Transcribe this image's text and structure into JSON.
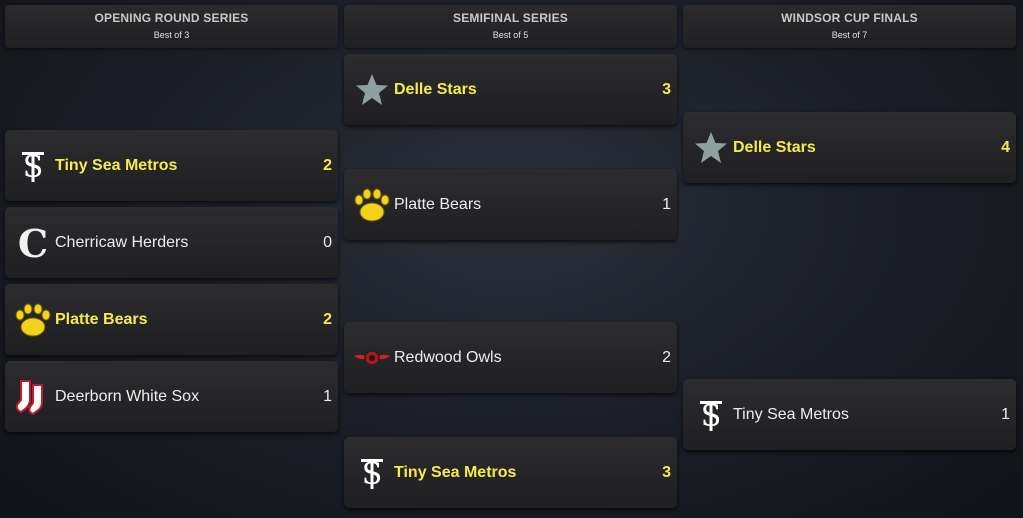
{
  "columns": [
    {
      "title": "OPENING ROUND SERIES",
      "subtitle": "Best of 3"
    },
    {
      "title": "SEMIFINAL SERIES",
      "subtitle": "Best of 5"
    },
    {
      "title": "WINDSOR CUP FINALS",
      "subtitle": "Best of 7"
    }
  ],
  "opening": [
    {
      "team": "Tiny Sea Metros",
      "score": "2",
      "logo": "ts-monogram-icon",
      "winner": true
    },
    {
      "team": "Cherricaw Herders",
      "score": "0",
      "logo": "c-letter-icon",
      "winner": false
    },
    {
      "team": "Platte Bears",
      "score": "2",
      "logo": "bear-paw-icon",
      "winner": true
    },
    {
      "team": "Deerborn White Sox",
      "score": "1",
      "logo": "sox-icon",
      "winner": false
    }
  ],
  "semifinal": [
    {
      "team": "Delle Stars",
      "score": "3",
      "logo": "star-icon",
      "winner": true
    },
    {
      "team": "Platte Bears",
      "score": "1",
      "logo": "bear-paw-icon",
      "winner": false
    },
    {
      "team": "Redwood Owls",
      "score": "2",
      "logo": "owl-wings-icon",
      "winner": false
    },
    {
      "team": "Tiny Sea Metros",
      "score": "3",
      "logo": "ts-monogram-icon",
      "winner": true
    }
  ],
  "finals": [
    {
      "team": "Delle Stars",
      "score": "4",
      "logo": "star-icon",
      "winner": true
    },
    {
      "team": "Tiny Sea Metros",
      "score": "1",
      "logo": "ts-monogram-icon",
      "winner": false
    }
  ],
  "colors": {
    "winner_text": "#f5ec4b",
    "text": "#ededed",
    "star": "#8fa0a3",
    "paw": "#f2d21b",
    "owl": "#d42020"
  }
}
